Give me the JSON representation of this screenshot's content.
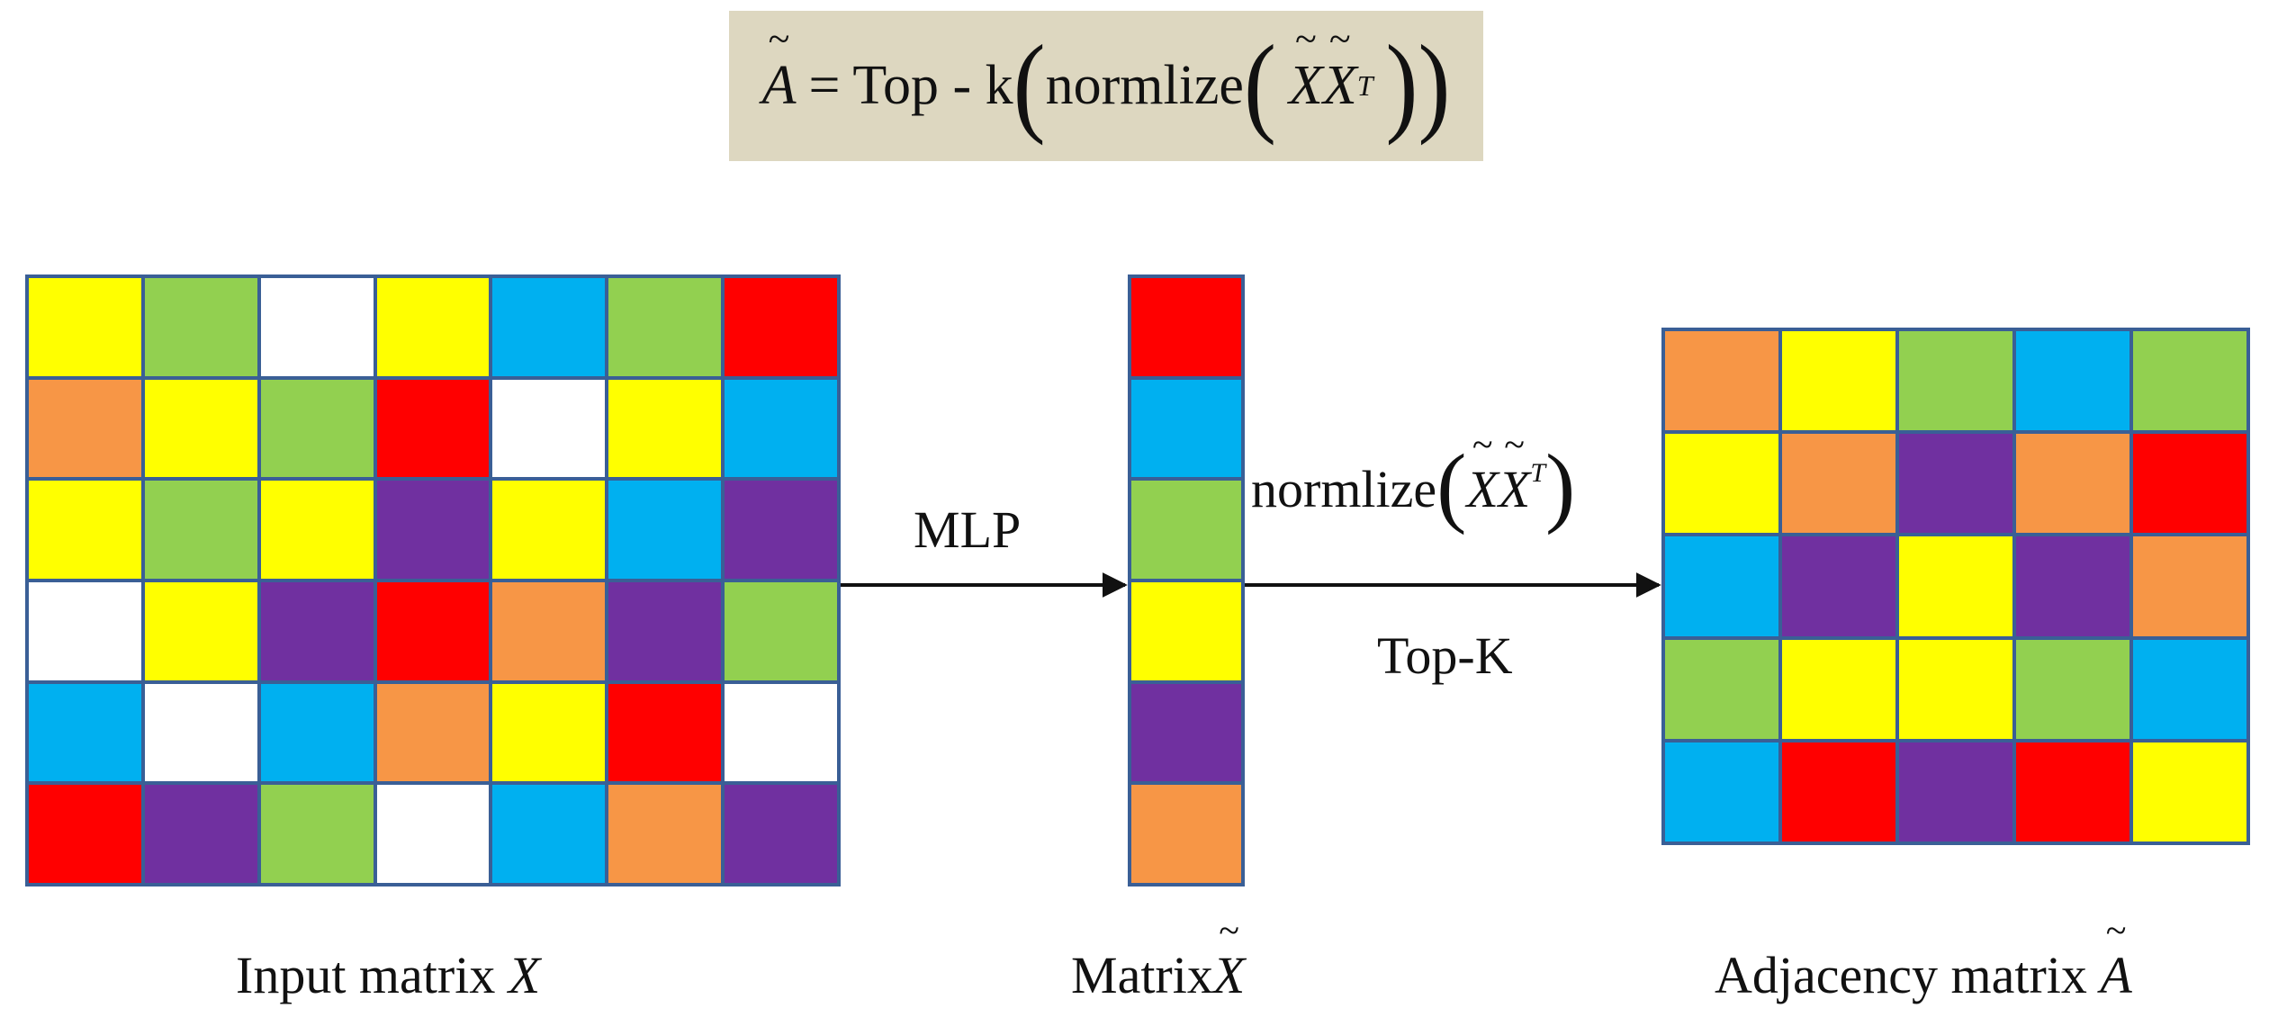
{
  "formula": {
    "lhs": "A",
    "equals": "=",
    "op": "Top - k",
    "inner": "normlize",
    "var1": "X",
    "var2": "X",
    "sup": "T",
    "tilde": "~",
    "open": "(",
    "close": ")"
  },
  "labels": {
    "mlp": "MLP",
    "topk": "Top-K",
    "edge_inner": "normlize",
    "edge_var1": "X",
    "edge_var2": "X",
    "edge_sup": "T"
  },
  "captions": {
    "input": "Input matrix",
    "input_var": "X",
    "xtilde": "Matrix",
    "xtilde_var": "X",
    "adjacency": "Adjacency matrix",
    "adjacency_var": "A"
  },
  "colors": {
    "Y": "#ffff00",
    "G": "#92d050",
    "W": "#ffffff",
    "B": "#00b0f0",
    "R": "#ff0000",
    "O": "#f79646",
    "P": "#7030a0"
  },
  "matrices": {
    "input": [
      [
        "Y",
        "G",
        "W",
        "Y",
        "B",
        "G",
        "R"
      ],
      [
        "O",
        "Y",
        "G",
        "R",
        "W",
        "Y",
        "B"
      ],
      [
        "Y",
        "G",
        "Y",
        "P",
        "Y",
        "B",
        "P"
      ],
      [
        "W",
        "Y",
        "P",
        "R",
        "O",
        "P",
        "G"
      ],
      [
        "B",
        "W",
        "B",
        "O",
        "Y",
        "R",
        "W"
      ],
      [
        "R",
        "P",
        "G",
        "W",
        "B",
        "O",
        "P"
      ]
    ],
    "xtilde": [
      [
        "R"
      ],
      [
        "B"
      ],
      [
        "G"
      ],
      [
        "Y"
      ],
      [
        "P"
      ],
      [
        "O"
      ]
    ],
    "adjacency": [
      [
        "O",
        "Y",
        "G",
        "B",
        "G"
      ],
      [
        "Y",
        "O",
        "P",
        "O",
        "R"
      ],
      [
        "B",
        "P",
        "Y",
        "P",
        "O"
      ],
      [
        "G",
        "Y",
        "Y",
        "G",
        "B"
      ],
      [
        "B",
        "R",
        "P",
        "R",
        "Y"
      ]
    ]
  }
}
